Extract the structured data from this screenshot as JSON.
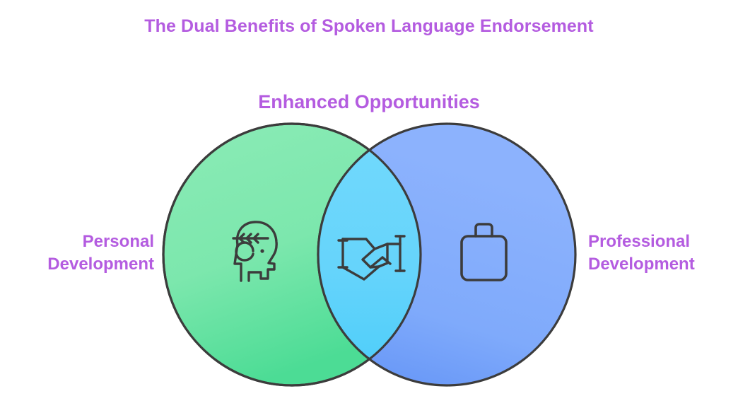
{
  "chart_data": {
    "type": "diagram",
    "diagram_type": "venn",
    "title": "The Dual Benefits of Spoken Language Endorsement",
    "sets": [
      {
        "id": "personal",
        "label": "Personal\nDevelopment",
        "label_position": "left",
        "fill_color": "#7EE8AE",
        "fill_color_bottom": "#4FDD97",
        "icon": "head-profile-growth-icon"
      },
      {
        "id": "professional",
        "label": "Professional\nDevelopment",
        "label_position": "right",
        "fill_color": "#82ACFC",
        "fill_color_bottom": "#5D8EF5",
        "icon": "briefcase-icon"
      }
    ],
    "intersection": {
      "label": "Enhanced Opportunities",
      "label_position": "top",
      "fill_color": "#6BD6FB",
      "fill_color_bottom": "#4FCEFA",
      "icon": "handshake-icon"
    },
    "stroke_color": "#3C3C3C",
    "text_color": "#b45ce0",
    "background_color": "#ffffff"
  },
  "page": {
    "title": "The Dual Benefits of Spoken Language Endorsement"
  },
  "venn": {
    "top_label": "Enhanced Opportunities",
    "left_label": "Personal\nDevelopment",
    "right_label": "Professional\nDevelopment"
  }
}
